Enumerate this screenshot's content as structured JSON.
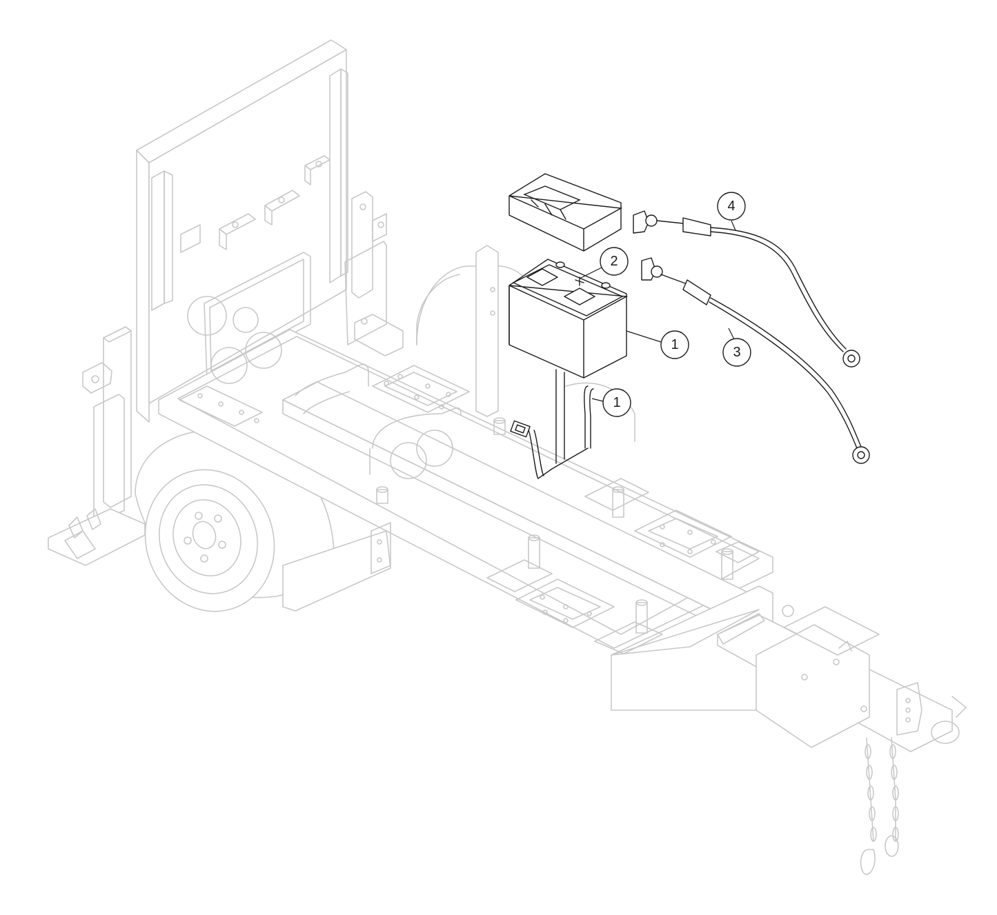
{
  "callouts": [
    {
      "id": "callout-1-battery",
      "label": "1"
    },
    {
      "id": "callout-1-strap",
      "label": "1"
    },
    {
      "id": "callout-2-battery-cover",
      "label": "2"
    },
    {
      "id": "callout-3-negative-cable",
      "label": "3"
    },
    {
      "id": "callout-4-positive-cable",
      "label": "4"
    }
  ],
  "colors": {
    "highlight_parts": "#1a1a1a",
    "ghosted_trailer": "#c8c8c8",
    "background": "#ffffff"
  }
}
